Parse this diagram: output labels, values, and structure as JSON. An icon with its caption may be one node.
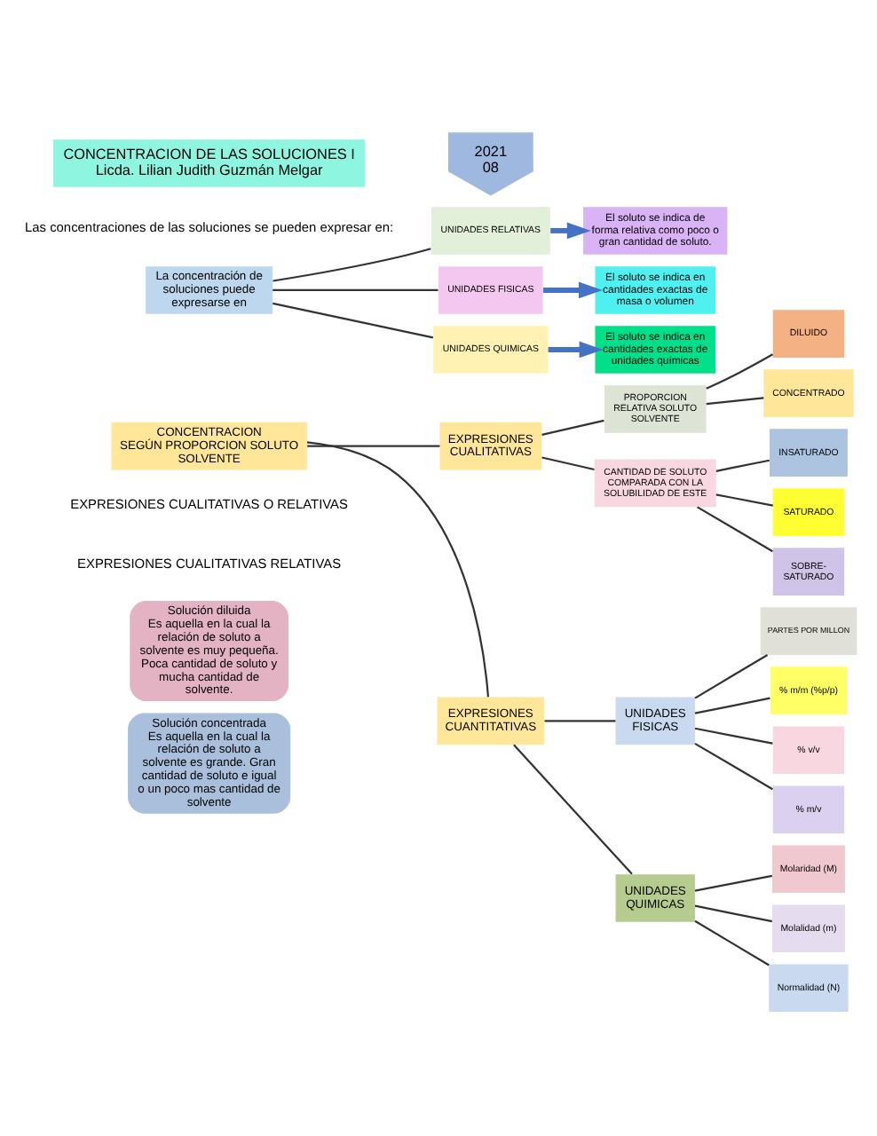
{
  "diagram": {
    "nodes": [
      {
        "text": [
          "CONCENTRACION DE LAS SOLUCIONES I",
          "Licda. Lilian Judith Guzmán Melgar"
        ]
      },
      {
        "text": [
          "2021",
          "08"
        ]
      },
      {
        "text": [
          "La concentración de soluciones puede expresarse en"
        ]
      },
      {
        "text": [
          "UNIDADES RELATIVAS"
        ]
      },
      {
        "text": [
          "UNIDADES FISICAS"
        ]
      },
      {
        "text": [
          "UNIDADES QUIMICAS"
        ]
      },
      {
        "text": [
          "El soluto se indica de forma relativa como poco o gran cantidad de soluto."
        ]
      },
      {
        "text": [
          "El soluto se indica en cantidades exactas de masa o volumen"
        ]
      },
      {
        "text": [
          "El soluto se indica en cantidades exactas de unidades químicas"
        ]
      },
      {
        "text": [
          "CONCENTRACION",
          "SEGÚN PROPORCION SOLUTO SOLVENTE"
        ]
      },
      {
        "text": [
          "EXPRESIONES CUALITATIVAS"
        ]
      },
      {
        "text": [
          "EXPRESIONES CUANTITATIVAS"
        ]
      },
      {
        "text": [
          "PROPORCION RELATIVA SOLUTO SOLVENTE"
        ]
      },
      {
        "text": [
          "CANTIDAD DE SOLUTO COMPARADA CON LA SOLUBILIDAD DE ESTE"
        ]
      },
      {
        "text": [
          "UNIDADES FISICAS"
        ]
      },
      {
        "text": [
          "UNIDADES QUIMICAS"
        ]
      },
      {
        "text": [
          "DILUIDO"
        ]
      },
      {
        "text": [
          "CONCENTRADO"
        ]
      },
      {
        "text": [
          "INSATURADO"
        ]
      },
      {
        "text": [
          "SATURADO"
        ]
      },
      {
        "text": [
          "SOBRE- SATURADO"
        ]
      },
      {
        "text": [
          "PARTES POR MILLON"
        ]
      },
      {
        "text": [
          "% m/m (%p/p)"
        ]
      },
      {
        "text": [
          "% v/v"
        ]
      },
      {
        "text": [
          "% m/v"
        ]
      },
      {
        "text": [
          "Molaridad (M)"
        ]
      },
      {
        "text": [
          "Molalidad (m)"
        ]
      },
      {
        "text": [
          "Normalidad (N)"
        ]
      },
      {
        "text": [
          "Solución diluida",
          "Es aquella en la cual la relación de soluto a solvente es muy pequeña. Poca cantidad de soluto y mucha cantidad de solvente."
        ]
      },
      {
        "text": [
          "Solución concentrada",
          "Es aquella en la cual la relación de soluto a solvente es grande. Gran cantidad de soluto e igual o un poco mas cantidad de solvente"
        ]
      }
    ],
    "edges": [
      {
        "from": 2,
        "to": 3,
        "arrow": "none"
      },
      {
        "from": 2,
        "to": 4,
        "arrow": "none"
      },
      {
        "from": 2,
        "to": 5,
        "arrow": "none"
      },
      {
        "from": 3,
        "to": 6,
        "arrow": "to",
        "style": "thick",
        "color": "#4472c4"
      },
      {
        "from": 4,
        "to": 7,
        "arrow": "to",
        "style": "thick",
        "color": "#4472c4"
      },
      {
        "from": 5,
        "to": 8,
        "arrow": "to",
        "style": "thick",
        "color": "#4472c4"
      },
      {
        "from": 9,
        "to": 10,
        "arrow": "none"
      },
      {
        "from": 9,
        "to": 11,
        "arrow": "none"
      },
      {
        "from": 10,
        "to": 12,
        "arrow": "none"
      },
      {
        "from": 10,
        "to": 13,
        "arrow": "none"
      },
      {
        "from": 12,
        "to": 16,
        "arrow": "none"
      },
      {
        "from": 12,
        "to": 17,
        "arrow": "none"
      },
      {
        "from": 13,
        "to": 18,
        "arrow": "none"
      },
      {
        "from": 13,
        "to": 19,
        "arrow": "none"
      },
      {
        "from": 13,
        "to": 20,
        "arrow": "none"
      },
      {
        "from": 11,
        "to": 14,
        "arrow": "none"
      },
      {
        "from": 11,
        "to": 15,
        "arrow": "none"
      },
      {
        "from": 14,
        "to": 21,
        "arrow": "none"
      },
      {
        "from": 14,
        "to": 22,
        "arrow": "none"
      },
      {
        "from": 14,
        "to": 23,
        "arrow": "none"
      },
      {
        "from": 14,
        "to": 24,
        "arrow": "none"
      },
      {
        "from": 15,
        "to": 25,
        "arrow": "none"
      },
      {
        "from": 15,
        "to": 26,
        "arrow": "none"
      },
      {
        "from": 15,
        "to": 27,
        "arrow": "none"
      }
    ],
    "labels": [
      "Las concentraciones de las soluciones se pueden expresar en:",
      "EXPRESIONES CUALITATIVAS O RELATIVAS",
      "EXPRESIONES CUALITATIVAS RELATIVAS"
    ]
  }
}
